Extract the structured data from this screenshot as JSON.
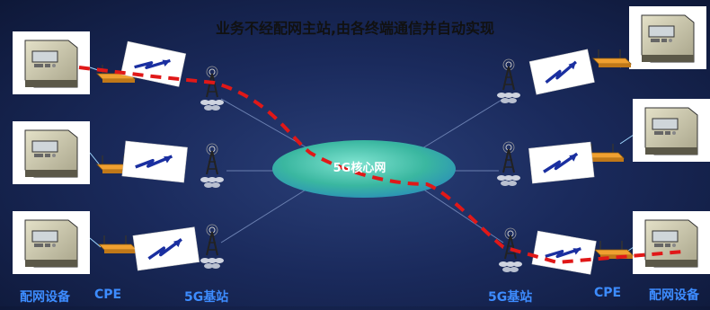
{
  "title": "业务不经配网主站,由各终端通信并自动实现",
  "core_network_label": "5G核心网",
  "bottom_labels": {
    "left_device": "配网设备",
    "left_cpe": "CPE",
    "left_station": "5G基站",
    "right_station": "5G基站",
    "right_cpe": "CPE",
    "right_device": "配网设备"
  },
  "colors": {
    "label_blue": "#3d8cff",
    "core_green": "#3ab7a0",
    "dashed_red": "#e01818",
    "router_orange": "#f0a030"
  }
}
